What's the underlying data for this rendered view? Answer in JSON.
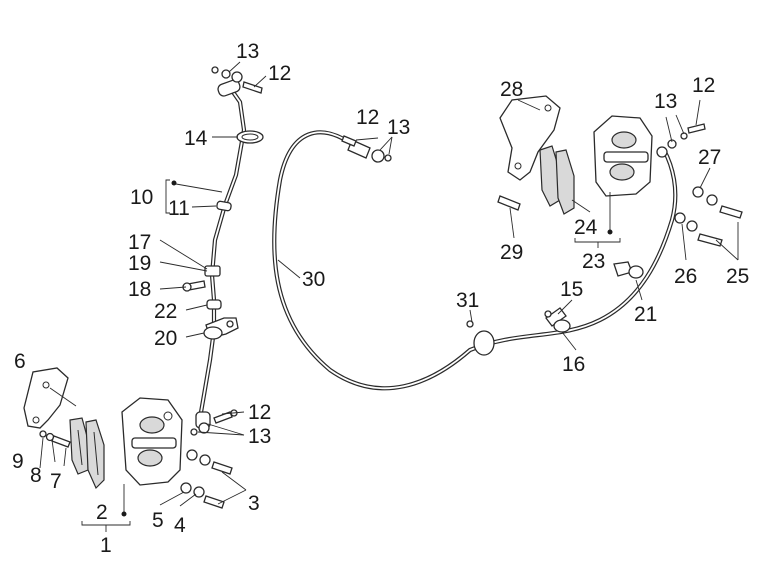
{
  "callouts": {
    "c1": "1",
    "c2": "2",
    "c3": "3",
    "c4": "4",
    "c5": "5",
    "c6": "6",
    "c7": "7",
    "c8": "8",
    "c9": "9",
    "c10": "10",
    "c11": "11",
    "c12a": "12",
    "c12b": "12",
    "c12c": "12",
    "c12d": "12",
    "c13a": "13",
    "c13b": "13",
    "c13c": "13",
    "c13d": "13",
    "c14": "14",
    "c15": "15",
    "c16": "16",
    "c17": "17",
    "c18": "18",
    "c19": "19",
    "c20": "20",
    "c21": "21",
    "c22": "22",
    "c23": "23",
    "c24": "24",
    "c25": "25",
    "c26": "26",
    "c27": "27",
    "c28": "28",
    "c29": "29",
    "c30": "30",
    "c31": "31"
  }
}
